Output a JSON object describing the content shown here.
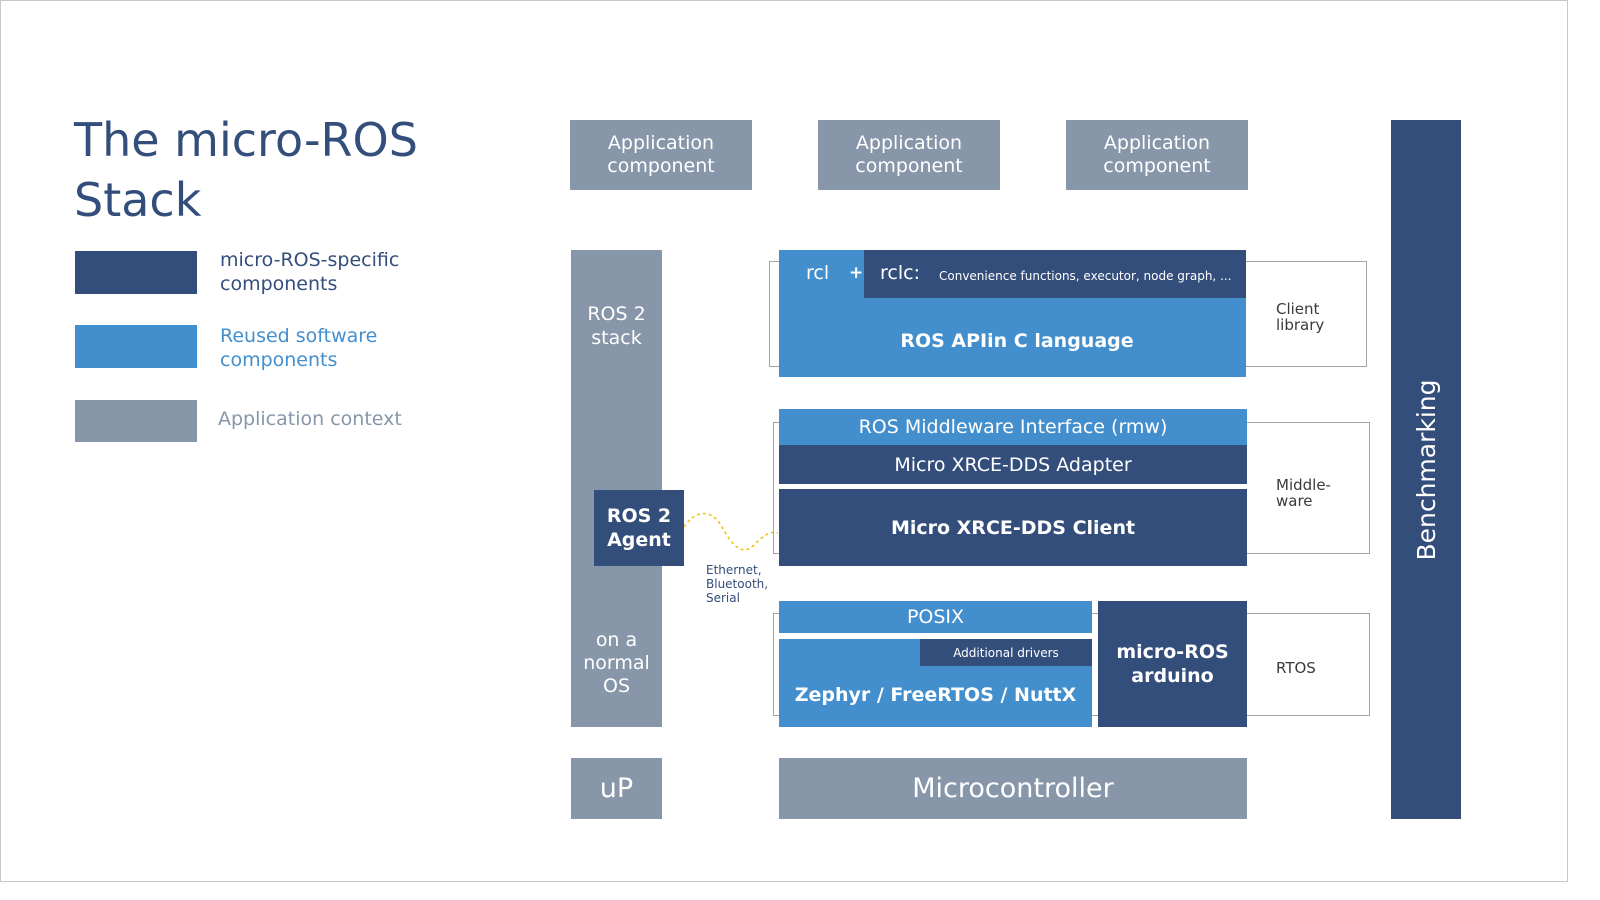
{
  "title_line1": "The micro-ROS",
  "title_line2": "Stack",
  "legend": [
    {
      "label_line1": "micro-ROS-specific",
      "label_line2": "components",
      "color": "#344e7c",
      "text_color": "#344e7c"
    },
    {
      "label_line1": "Reused software",
      "label_line2": "components",
      "color": "#438fce",
      "text_color": "#438fce"
    },
    {
      "label_line1": "Application context",
      "label_line2": "",
      "color": "#8796a8",
      "text_color": "#8796a8"
    }
  ],
  "app_components": [
    {
      "line1": "Application",
      "line2": "component"
    },
    {
      "line1": "Application",
      "line2": "component"
    },
    {
      "line1": "Application",
      "line2": "component"
    }
  ],
  "ros2_column": {
    "stack_line1": "ROS 2",
    "stack_line2": "stack",
    "os_line1": "on a",
    "os_line2": "normal",
    "os_line3": "OS"
  },
  "agent": {
    "line1": "ROS 2",
    "line2": "Agent"
  },
  "transport_note": {
    "line1": "Ethernet,",
    "line2": "Bluetooth,",
    "line3": "Serial"
  },
  "client_library": {
    "rcl": "rcl",
    "plus": "+",
    "rclc": "rclc:",
    "rclc_desc": "Convenience functions, executor, node graph, ...",
    "ros_api": "ROS APIin C language",
    "side_line1": "Client",
    "side_line2": "library"
  },
  "middleware": {
    "rmw": "ROS Middleware Interface (rmw)",
    "adapter": "Micro XRCE-DDS Adapter",
    "client": "Micro XRCE-DDS Client",
    "side_line1": "Middle-",
    "side_line2": "ware"
  },
  "rtos": {
    "posix": "POSIX",
    "drivers": "Additional drivers",
    "zephyr": "Zephyr / FreeRTOS / NuttX",
    "arduino_line1": "micro-ROS",
    "arduino_line2": "arduino",
    "side": "RTOS"
  },
  "up": "uP",
  "microcontroller": "Microcontroller",
  "benchmarking": "Benchmarking"
}
